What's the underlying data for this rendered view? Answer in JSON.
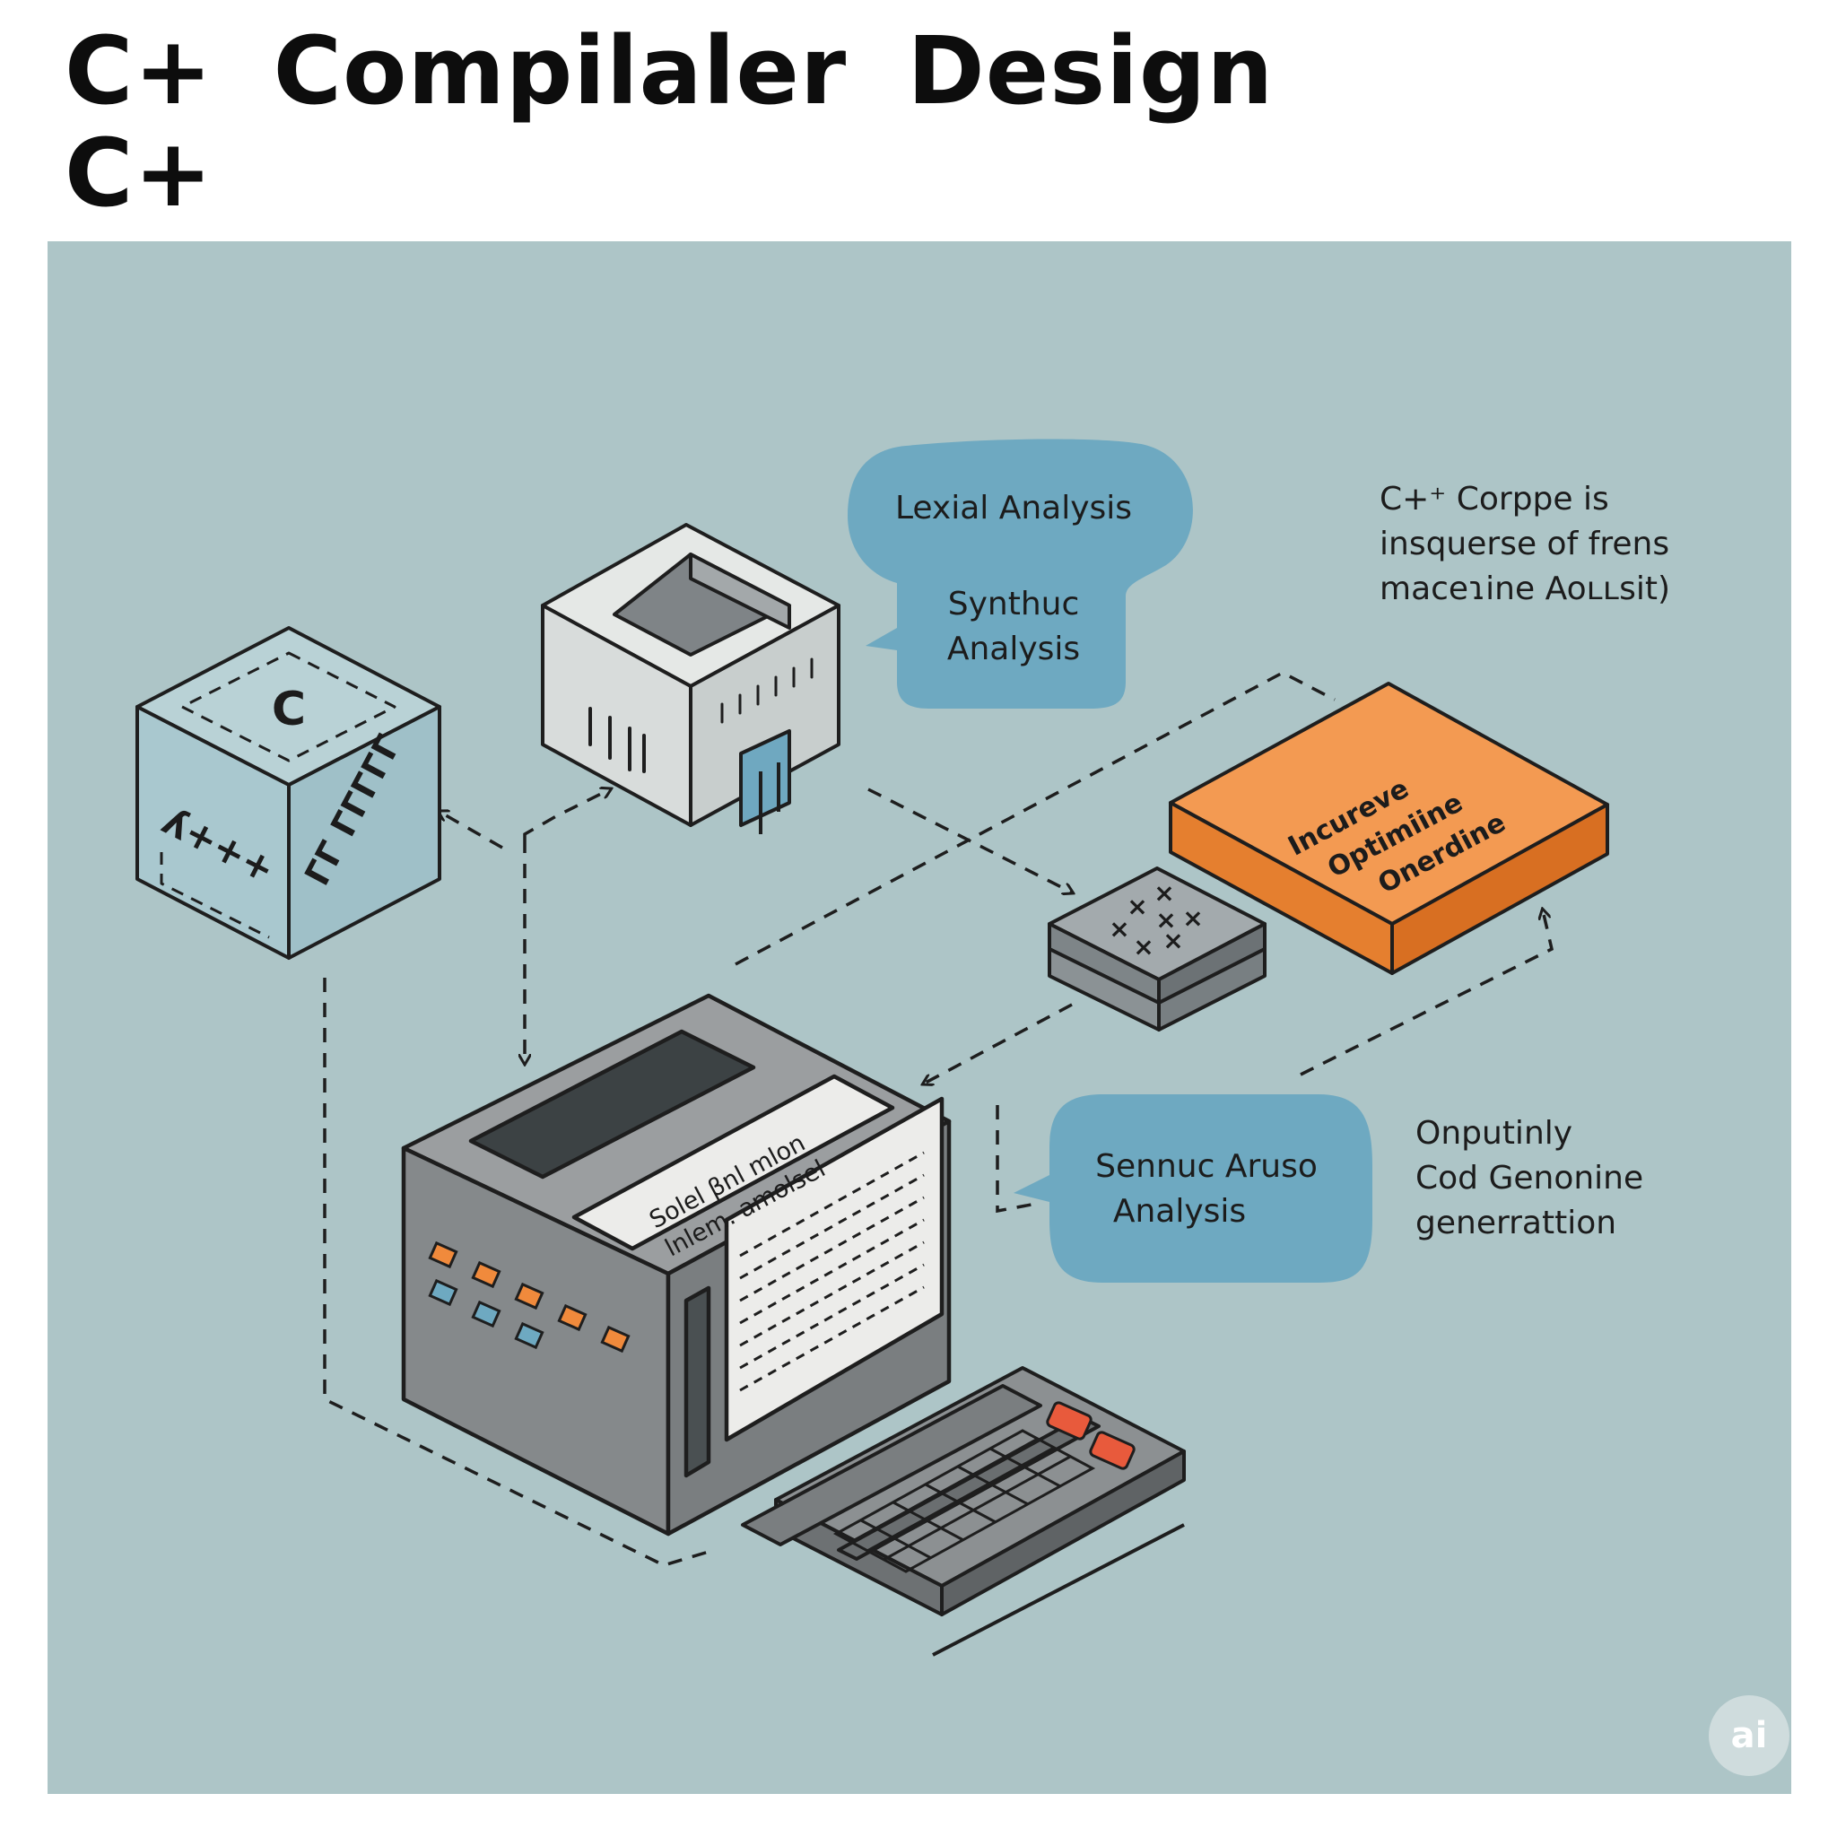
{
  "title": {
    "line1": "C+  Compilaler  Design",
    "line2": "C+"
  },
  "bubbles": {
    "lexical": {
      "line1": "Lexial Analysis",
      "line2": "Synthuc",
      "line3": "Analysis"
    },
    "semantic": {
      "line1": "Sennuc Aruso",
      "line2": "Analysis"
    }
  },
  "notes": {
    "top_right": {
      "line1": "C+⁺ Corppe is",
      "line2": "insquerse of frens",
      "line3": "maceɿine Aoʟʟsit)"
    },
    "bottom_right": {
      "line1": "Onputinly",
      "line2": "Cod  Genonine",
      "line3": "generrattion"
    }
  },
  "cube": {
    "top_glyph": "C",
    "front_text": "ʎ+++",
    "side_text": "ΓΓ ΓΓΓΓΓ"
  },
  "orange_block": {
    "line1": "Incureve",
    "line2": "Optimiine",
    "line3": "Onerdine"
  },
  "chip": {
    "glyphs": "× ×\n× × ×\n× ×"
  },
  "machine": {
    "screen_line1": "Solel βnl mlon",
    "screen_line2": "lnlem. amolsel"
  },
  "badge": "ai",
  "colors": {
    "panel_bg": "#adc5c7",
    "bubble": "#6ea9c1",
    "orange": "#f08a3c",
    "machine_gray": "#8a8d8f",
    "outline": "#1e1e1e"
  }
}
